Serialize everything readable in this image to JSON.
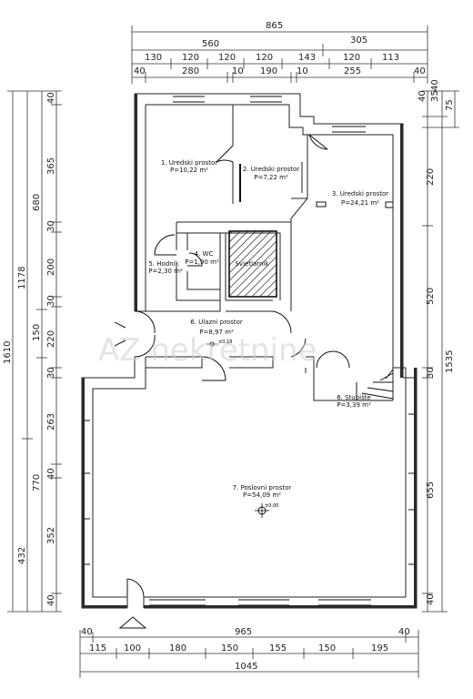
{
  "dimensions": {
    "top_row1": [
      "865"
    ],
    "top_row2": [
      "560",
      "305"
    ],
    "top_row3": [
      "130",
      "120",
      "120",
      "120",
      "143",
      "120",
      "113"
    ],
    "top_row4": [
      "40",
      "280",
      "10",
      "190",
      "10",
      "255",
      "40"
    ],
    "bottom_row1": [
      "40",
      "965",
      "40"
    ],
    "bottom_row2": [
      "115",
      "100",
      "180",
      "150",
      "155",
      "150",
      "195"
    ],
    "bottom_row3": [
      "1045"
    ],
    "left_outer": [
      "1610"
    ],
    "left_mid": [
      "1178",
      "432"
    ],
    "left_inner1": [
      "680",
      "150",
      "770"
    ],
    "left_inner2": [
      "40",
      "365",
      "30",
      "200",
      "30",
      "220",
      "30",
      "263",
      "40",
      "352",
      "40"
    ],
    "right_top": [
      "40",
      "35",
      "40",
      "75"
    ],
    "right_mid": [
      "1535"
    ],
    "right_inner": [
      "220",
      "520",
      "30",
      "655",
      "40"
    ]
  },
  "rooms": [
    {
      "name": "1. Uredski prostor",
      "area": "P=10,22 m²"
    },
    {
      "name": "2. Uredski prostor",
      "area": "P=7,22 m²"
    },
    {
      "name": "3. Uredski prostor",
      "area": "P=24,21 m²"
    },
    {
      "name": "4. WC",
      "area": "P=1,90 m²"
    },
    {
      "name": "5. Hodnik",
      "area": "P=2,30 m²"
    },
    {
      "name": "6. Ulazni prostor",
      "area": "P=8,97 m²"
    },
    {
      "name": "6. Stubište",
      "area": "P=3,39 m²"
    },
    {
      "name": "7. Poslovni prostor",
      "area": "P=54,09 m²"
    }
  ],
  "labels": {
    "svjetlarnik": "Svjetlarnik",
    "level_small": "±0,18",
    "level_main": "±0,00",
    "watermark": "AZ nekretnine"
  }
}
